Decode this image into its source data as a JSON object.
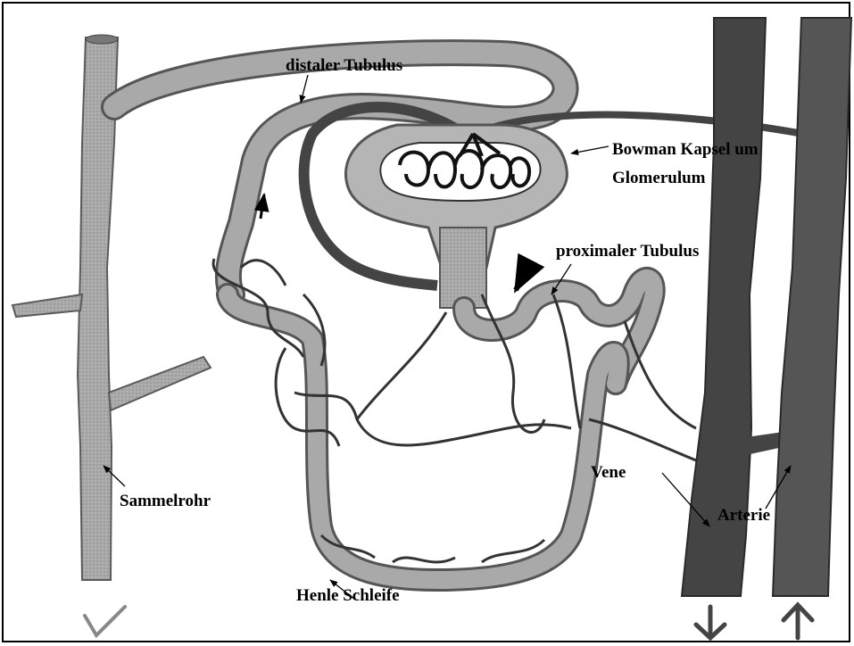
{
  "labels": {
    "distaler_tubulus": "distaler Tubulus",
    "bowman_line1": "Bowman Kapsel um",
    "bowman_line2": "Glomerulum",
    "proximaler_tubulus": "proximaler Tubulus",
    "sammelrohr": "Sammelrohr",
    "vene": "Vene",
    "arterie": "Arterie",
    "henle_schleife": "Henle Schleife"
  },
  "colors": {
    "tubule_fill": "#a9a9a9",
    "tubule_edge": "#555555",
    "vessel_dark": "#444444",
    "vessel_mid": "#5a5a5a",
    "capsule_fill": "#b5b5b5",
    "line": "#000000"
  }
}
